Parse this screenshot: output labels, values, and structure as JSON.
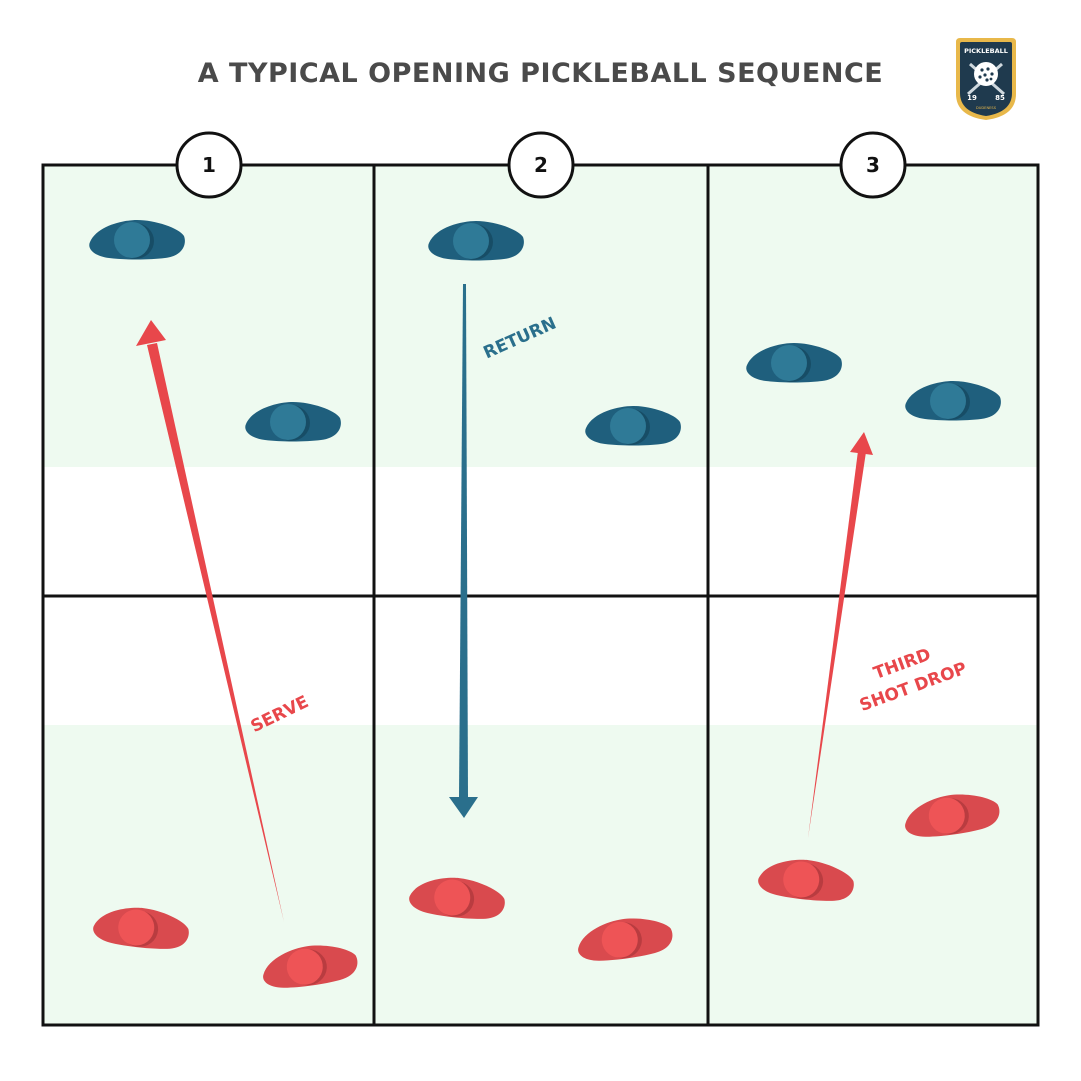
{
  "title": "A TYPICAL OPENING PICKLEBALL SEQUENCE",
  "logo": {
    "top_text": "PICKLEBALL",
    "year_left": "19",
    "year_right": "85",
    "bottom_text": "DUDENESS",
    "icon": "pickleball-paddles-icon"
  },
  "colors": {
    "court": "#eefaf0",
    "kitchen": "#ffffff",
    "line": "#111111",
    "blue": "#1f5f7d",
    "blue_light": "#2f7a97",
    "red": "#d94a4e",
    "red_light": "#ee5456"
  },
  "steps": [
    {
      "number": "1",
      "shot_label": "SERVE"
    },
    {
      "number": "2",
      "shot_label": "RETURN"
    },
    {
      "number": "3",
      "shot_label_line1": "THIRD",
      "shot_label_line2": "SHOT DROP"
    }
  ]
}
